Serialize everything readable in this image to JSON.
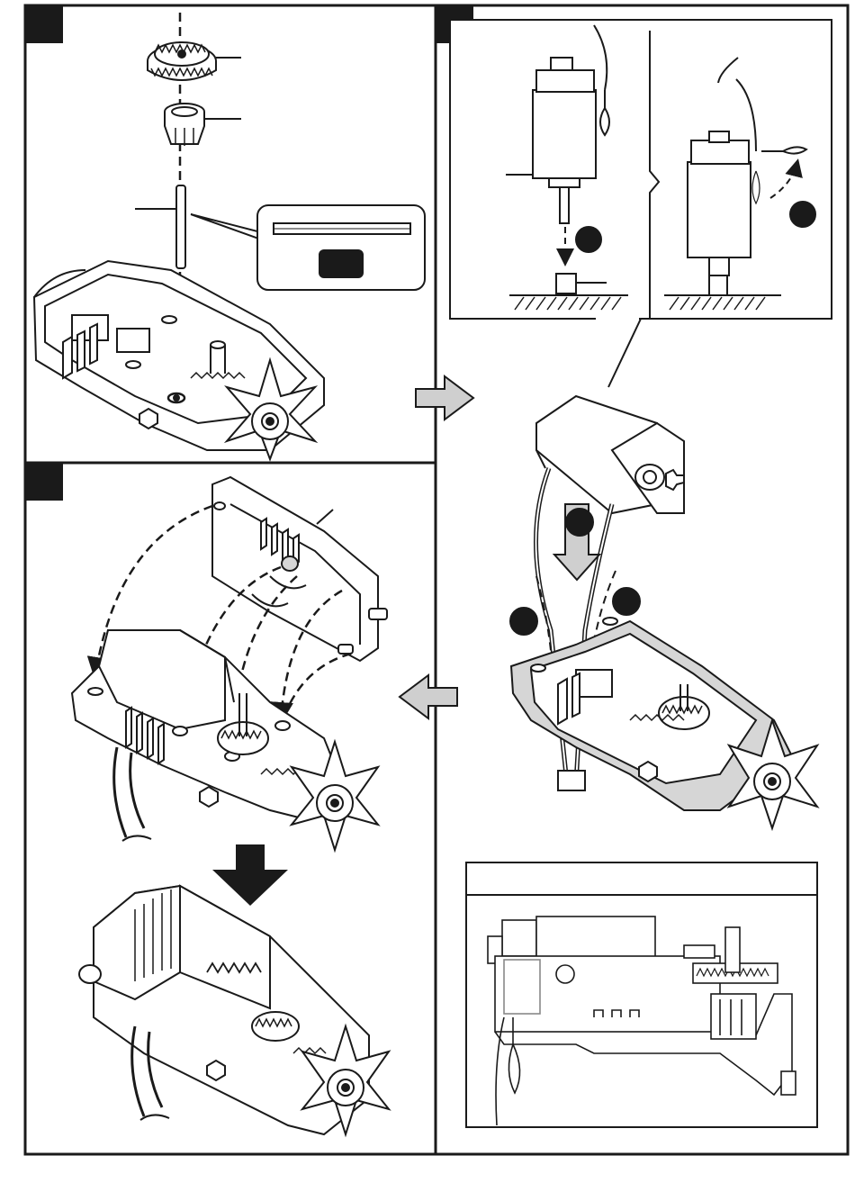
{
  "panels": [
    {
      "id": "gear-shaft-assembly"
    },
    {
      "id": "motor-pinion-install"
    },
    {
      "id": "gearbox-cover-close"
    }
  ],
  "colors": {
    "line": "#1a1a1a",
    "part_shade": "#d6d6d6",
    "arrow_fill": "#cfcfcf",
    "tab_fill": "#1a1a1a"
  },
  "icons": [
    "flow-arrow-right-icon",
    "flow-arrow-left-icon",
    "down-arrow-icon"
  ]
}
